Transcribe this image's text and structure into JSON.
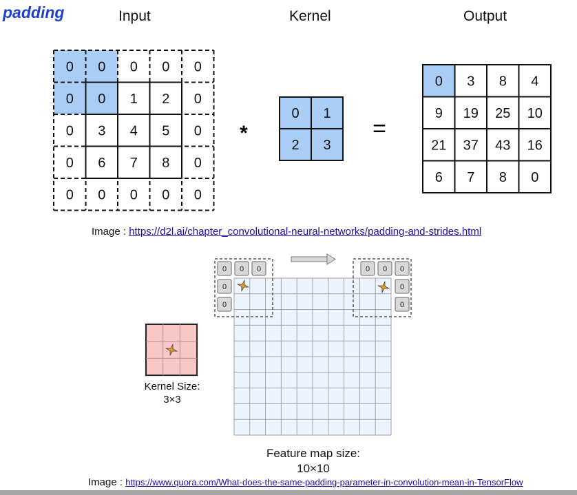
{
  "title": "padding",
  "top_figure": {
    "input_label": "Input",
    "kernel_label": "Kernel",
    "output_label": "Output",
    "operator": "*",
    "equals": "=",
    "input_grid": [
      [
        "0",
        "0",
        "0",
        "0",
        "0"
      ],
      [
        "0",
        "0",
        "1",
        "2",
        "0"
      ],
      [
        "0",
        "3",
        "4",
        "5",
        "0"
      ],
      [
        "0",
        "6",
        "7",
        "8",
        "0"
      ],
      [
        "0",
        "0",
        "0",
        "0",
        "0"
      ]
    ],
    "kernel_grid": [
      [
        "0",
        "1"
      ],
      [
        "2",
        "3"
      ]
    ],
    "output_grid": [
      [
        "0",
        "3",
        "8",
        "4"
      ],
      [
        "9",
        "19",
        "25",
        "10"
      ],
      [
        "21",
        "37",
        "43",
        "16"
      ],
      [
        "6",
        "7",
        "8",
        "0"
      ]
    ],
    "highlight_color": "#a9cdf5",
    "caption_prefix": "Image : ",
    "caption_link": "https://d2l.ai/chapter_convolutional-neural-networks/padding-and-strides.html"
  },
  "bottom_figure": {
    "kernel_size_label": "Kernel Size:",
    "kernel_size_value": "3×3",
    "feature_map_label": "Feature map size:",
    "feature_map_value": "10×10",
    "padding_value": "0",
    "kernel_color": "#f8c8c8",
    "feature_map_color": "#eef4fb",
    "caption_prefix": "Image : ",
    "caption_link": "https://www.quora.com/What-does-the-same-padding-parameter-in-convolution-mean-in-TensorFlow"
  }
}
